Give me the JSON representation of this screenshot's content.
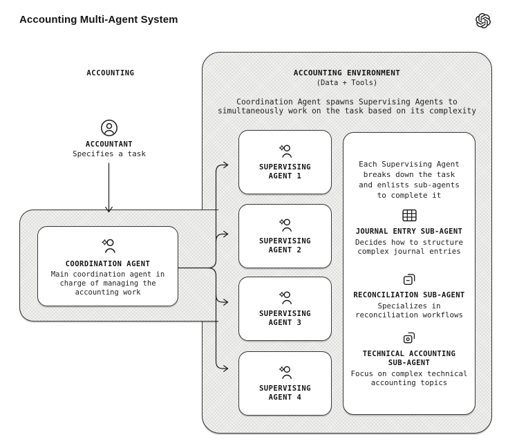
{
  "page": {
    "title": "Accounting Multi-Agent System"
  },
  "left": {
    "section_label": "ACCOUNTING",
    "accountant": {
      "label": "ACCOUNTANT",
      "sublabel": "Specifies a task"
    },
    "coordination": {
      "title": "COORDINATION AGENT",
      "desc_lines": [
        "Main coordination agent in",
        "charge of managing the",
        "accounting work"
      ]
    }
  },
  "environment": {
    "title": "ACCOUNTING ENVIRONMENT",
    "subtitle": "(Data + Tools)",
    "desc_lines": [
      "Coordination Agent spawns Supervising Agents to",
      "simultaneously work on the task based on its complexity"
    ],
    "agents": [
      {
        "line1": "SUPERVISING",
        "line2": "AGENT 1"
      },
      {
        "line1": "SUPERVISING",
        "line2": "AGENT 2"
      },
      {
        "line1": "SUPERVISING",
        "line2": "AGENT 3"
      },
      {
        "line1": "SUPERVISING",
        "line2": "AGENT 4"
      }
    ],
    "panel": {
      "intro_lines": [
        "Each Supervising Agent",
        "breaks down the task",
        "and enlists sub-agents",
        "to complete it"
      ],
      "subagents": [
        {
          "icon": "journal-table-icon",
          "title_line1": "JOURNAL ENTRY SUB-AGENT",
          "title_line2": "",
          "desc_lines": [
            "Decides how to structure",
            "complex journal entries"
          ]
        },
        {
          "icon": "reconciliation-doc-icon",
          "title_line1": "RECONCILIATION SUB-AGENT",
          "title_line2": "",
          "desc_lines": [
            "Specializes in",
            "reconciliation workflows"
          ]
        },
        {
          "icon": "technical-doc-icon",
          "title_line1": "TECHNICAL ACCOUNTING",
          "title_line2": "SUB-AGENT",
          "desc_lines": [
            "Focus on complex technical",
            "accounting topics"
          ]
        }
      ]
    }
  },
  "colors": {
    "border": "#2e2e2e",
    "hatch_bg": "#f2f2f0",
    "text": "#1e1e1e"
  }
}
